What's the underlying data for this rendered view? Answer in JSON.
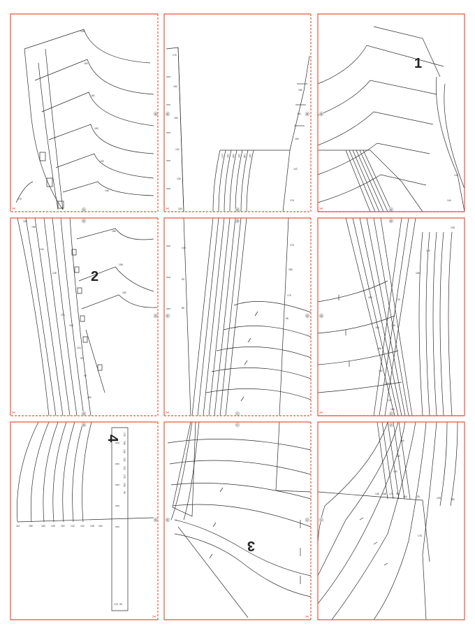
{
  "colors": {
    "border": "#e8553a",
    "line": "#2b2b2b",
    "marker_bg": "#d6d6d6"
  },
  "icons": {
    "scissors": "scissors-icon"
  },
  "piece_numbers": [
    "1",
    "2",
    "3",
    "4"
  ],
  "tiles": [
    {
      "markers": [
        "A",
        "C"
      ],
      "size_labels": [
        "148",
        "160",
        "182",
        "183",
        "150",
        "146",
        "175"
      ]
    },
    {
      "markers": [
        "A",
        "B",
        "D"
      ],
      "size_labels": [
        "176",
        "154",
        "150",
        "142",
        "128",
        "150",
        "165",
        "154",
        "154",
        "142",
        "176",
        "170",
        "160",
        "164",
        "150",
        "148",
        "150"
      ]
    },
    {
      "markers": [
        "B",
        "E"
      ],
      "size_labels": [
        "148",
        "144"
      ]
    },
    {
      "markers": [
        "C",
        "F",
        "H"
      ],
      "size_labels": [
        "156",
        "158",
        "158",
        "140",
        "182",
        "128",
        "176",
        "158",
        "124",
        "99",
        "150",
        "152",
        "99"
      ]
    },
    {
      "markers": [
        "D",
        "F",
        "G",
        "I"
      ],
      "size_labels": [
        "100",
        "99",
        "86",
        "176",
        "156",
        "179",
        "96"
      ]
    },
    {
      "markers": [
        "E",
        "G",
        "J"
      ],
      "size_labels": [
        "128",
        "120",
        "158",
        "176",
        "158",
        "150",
        "154",
        "186",
        "152",
        "104",
        "124",
        "154"
      ]
    },
    {
      "markers": [
        "H",
        "K"
      ],
      "size_labels": [
        "176",
        "156",
        "144",
        "152",
        "150",
        "176",
        "154",
        "99",
        "110",
        "156",
        "160",
        "128",
        "150",
        "142",
        "132",
        "148",
        "164",
        "176",
        "99"
      ]
    },
    {
      "markers": [
        "I",
        "K",
        "L"
      ],
      "size_labels": []
    },
    {
      "markers": [
        "J",
        "L"
      ],
      "size_labels": [
        "154",
        "160",
        "142",
        "148",
        "156",
        "176",
        "99",
        "164",
        "128",
        "125",
        "150",
        "176"
      ]
    }
  ]
}
